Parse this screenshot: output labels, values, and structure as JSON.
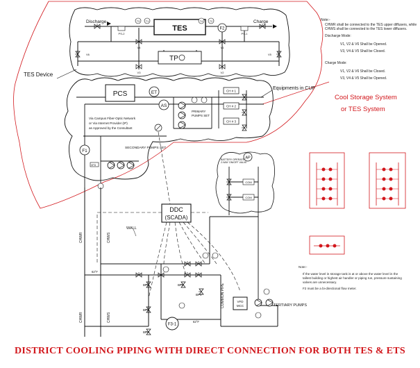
{
  "caption": "DISTRICT COOLING PIPING WITH DIRECT CONNECTION FOR BOTH TES & ETS",
  "systems": {
    "tes_device": "TES Device",
    "equipments_in_cup": "Equipments in CUP",
    "cool_storage_line1": "Cool Storage System",
    "cool_storage_line2": "or TES System"
  },
  "tes": {
    "discharge": "Discharge",
    "charge": "Charge",
    "tank": "TES",
    "tp": "TP",
    "f2": "F2",
    "ps1": "PS-1",
    "ps2": "PS-2",
    "t1": "T1",
    "t2": "T2",
    "t3": "T3",
    "t4": "T4",
    "v1": "V1",
    "v2": "V2",
    "v3": "V3",
    "v4": "V4",
    "v5": "V5",
    "v6": "V6"
  },
  "cup": {
    "pcs": "PCS",
    "et": "ET",
    "as": "AS",
    "primary_pumps": "PRIMARY PUMPS SET",
    "chillers": [
      "CH # 1",
      "CH # 2",
      "CH # 3"
    ],
    "network_note": "Via Campus Fiber-Optic Network or Via Internet Provider (IP) as Approved by the Consultant",
    "secondary_pumps": "SECONDARY PUMPS SET",
    "f1": "F1",
    "vfd": "VFD"
  },
  "ets": {
    "ddc_line1": "DDC",
    "ddc_line2": "(SCADA)",
    "wall": "WALL",
    "chwr": "CHWR",
    "chws": "CHWS",
    "common_pipe": "COMMON PIPE",
    "tertiary_pumps": "TERTIARY PUMPS",
    "vfd_mcc": "VFD MCC",
    "f3": "F3-1",
    "bfv": "BFV",
    "ap": "AP",
    "com": "COM",
    "battery_valve": "BATTERY OPERATED 2-WAY ON/OFF VALVE",
    "temp": "62°F"
  },
  "notes": {
    "top_title": "Note:-",
    "top_lines": [
      "CHWR shall be connected to the TES upper diffusers, while",
      "CHWS shall be connected to the TES lower diffusers."
    ],
    "discharge_mode": "Discharge Mode:",
    "discharge_lines": [
      "V1, V2 & V6 Shall be Opened.",
      "V3, V4 & V5 Shall be Closed."
    ],
    "charge_mode": "Charge Mode:",
    "charge_lines": [
      "V1, V2 & V6 Shall be Closed.",
      "V3, V4 & V5 Shall be Opened."
    ],
    "bottom_title": "Note:-",
    "bottom_lines": [
      "If the water level in storage tank is at or above the water level in the",
      "tallest building or highest air handler or piping run, pressure sustaining",
      "valves are unnecessary.",
      "F2 must be a bi-directional flow meter."
    ]
  },
  "colors": {
    "red": "#d2171c",
    "ink": "#111111"
  }
}
